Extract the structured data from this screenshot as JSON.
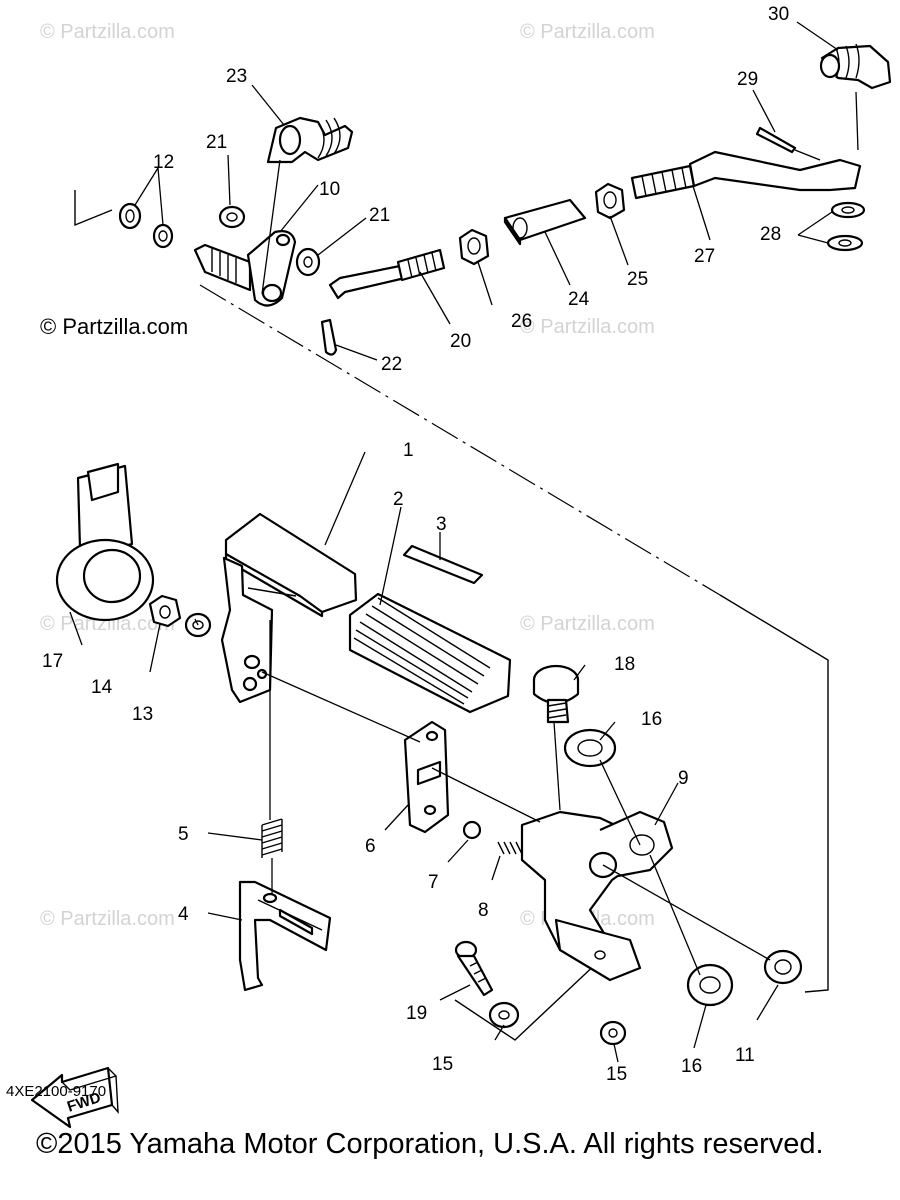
{
  "watermark": "© Partzilla.com",
  "diagram_code": "4XE2100-9170",
  "copyright": "©2015 Yamaha Motor Corporation, U.S.A. All rights reserved.",
  "fwd_label": "FWD",
  "callouts": {
    "c1": "1",
    "c2": "2",
    "c3": "3",
    "c4": "4",
    "c5": "5",
    "c6": "6",
    "c7": "7",
    "c8": "8",
    "c9": "9",
    "c10": "10",
    "c11": "11",
    "c12": "12",
    "c13": "13",
    "c14": "14",
    "c15a": "15",
    "c15b": "15",
    "c16a": "16",
    "c16b": "16",
    "c17": "17",
    "c18": "18",
    "c19": "19",
    "c20": "20",
    "c21a": "21",
    "c21b": "21",
    "c22": "22",
    "c23": "23",
    "c24": "24",
    "c25": "25",
    "c26": "26",
    "c27": "27",
    "c28": "28",
    "c29": "29",
    "c30": "30"
  }
}
